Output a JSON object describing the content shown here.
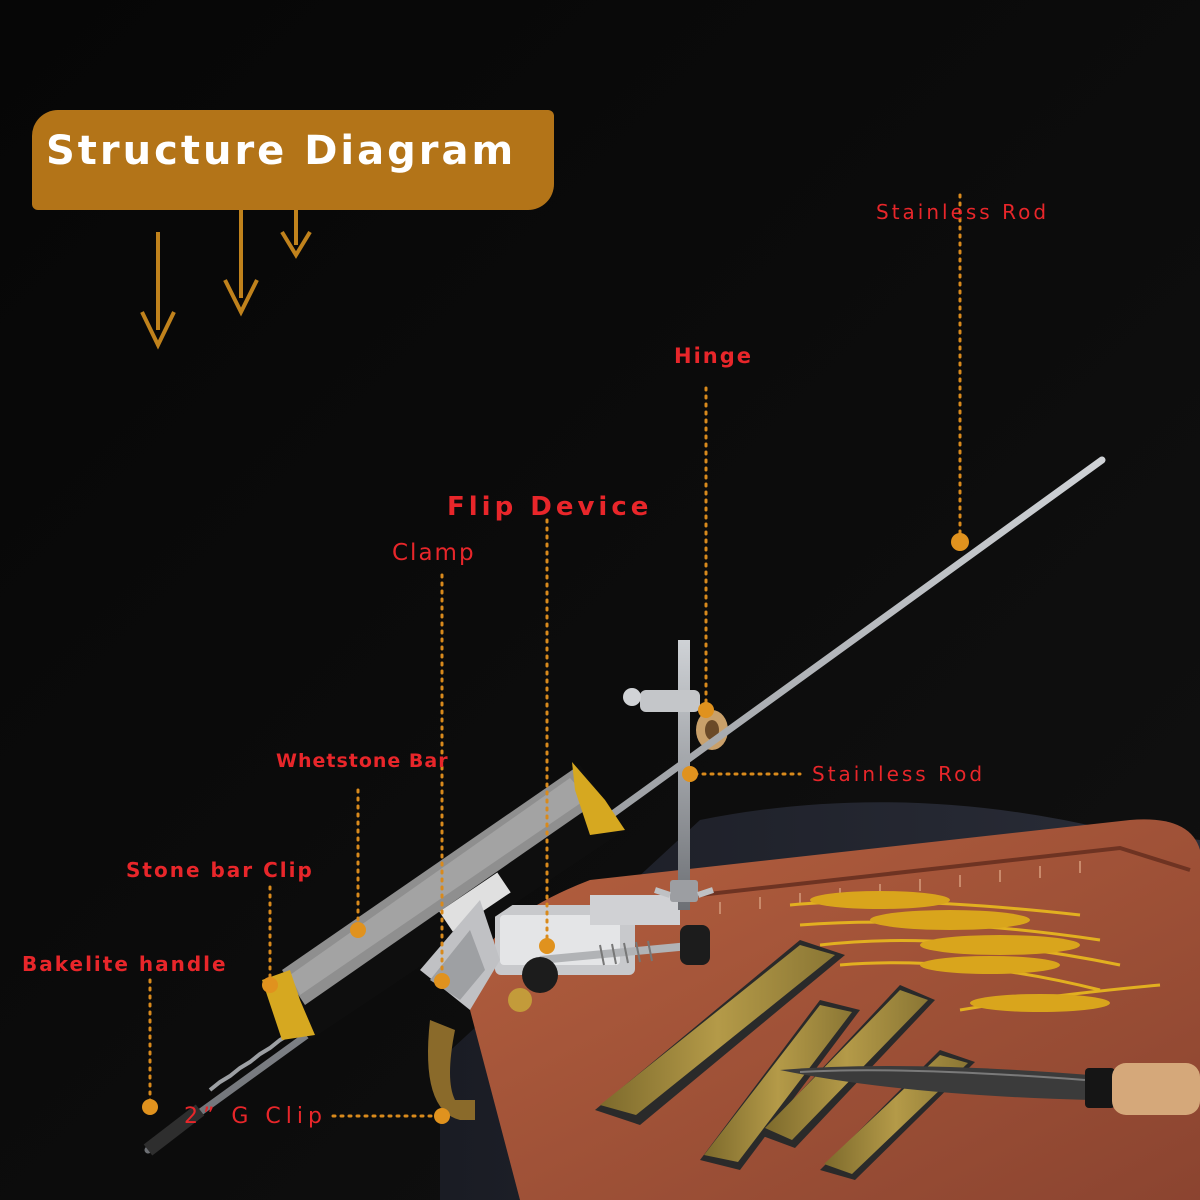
{
  "title": "Structure Diagram",
  "colors": {
    "banner": "#b37418",
    "label_red": "#e8262a",
    "leader_orange": "#d98a1c",
    "background": "#050505",
    "board": "#a0553a"
  },
  "labels": {
    "stainless_rod_top": "Stainless Rod",
    "hinge": "Hinge",
    "flip_device": "Flip Device",
    "clamp": "Clamp",
    "stainless_rod_mid": "Stainless Rod",
    "whetstone_bar": "Whetstone Bar",
    "stone_bar_clip": "Stone bar Clip",
    "bakelite_handle": "Bakelite handle",
    "g_clip": "2” G Clip"
  },
  "icons": [
    "down-arrow-icon",
    "down-arrow-icon",
    "down-arrow-icon"
  ]
}
